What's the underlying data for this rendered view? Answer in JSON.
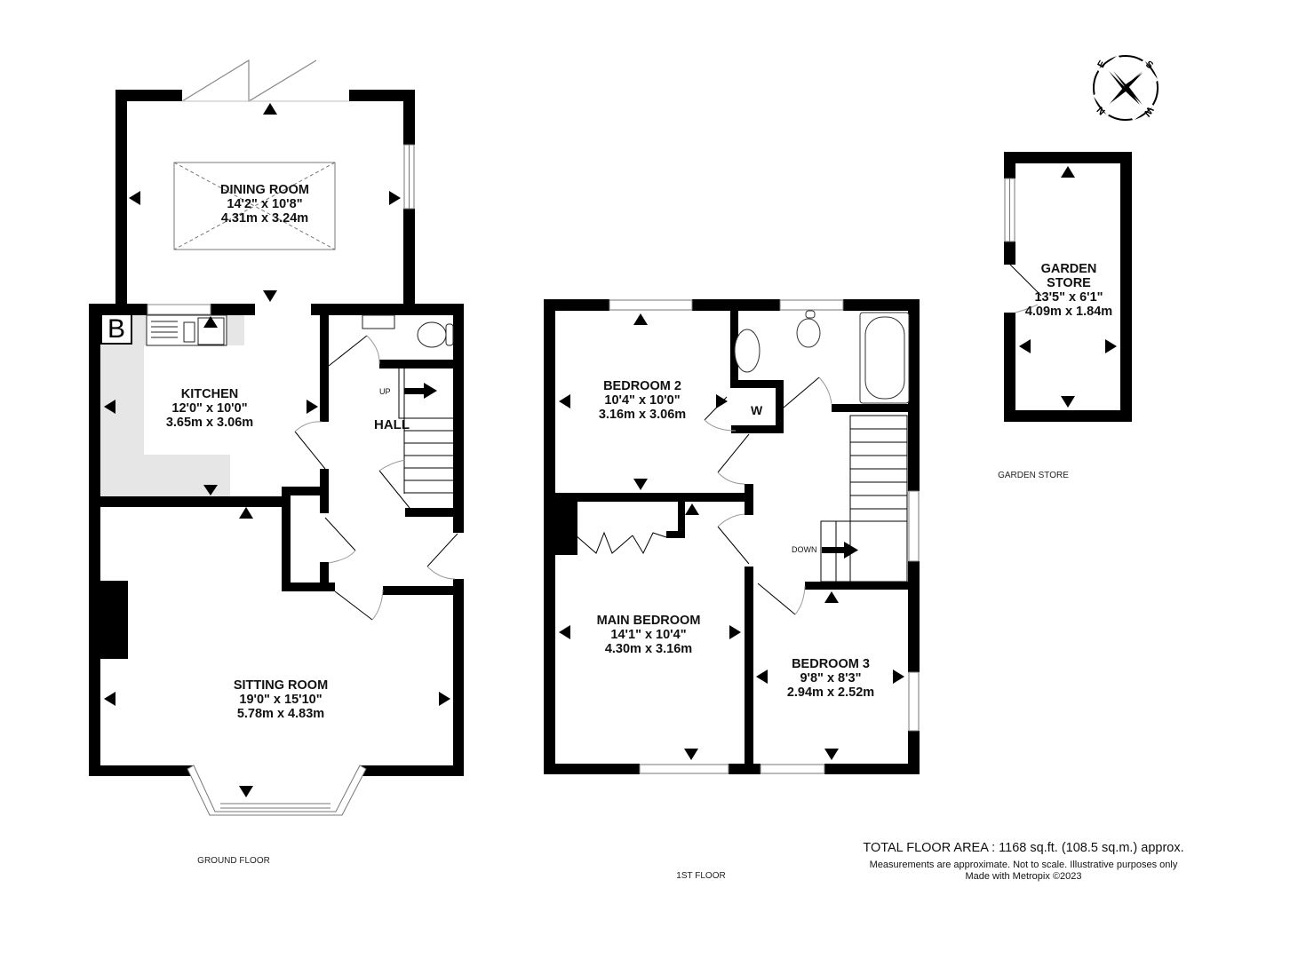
{
  "floors": {
    "ground": {
      "label": "GROUND FLOOR",
      "rooms": [
        {
          "name": "DINING ROOM",
          "imperial": "14'2\"  x 10'8\"",
          "metric": "4.31m  x 3.24m"
        },
        {
          "name": "KITCHEN",
          "imperial": "12'0\"  x 10'0\"",
          "metric": "3.65m  x 3.06m"
        },
        {
          "name": "SITTING ROOM",
          "imperial": "19'0\"  x 15'10\"",
          "metric": "5.78m  x 4.83m"
        }
      ],
      "hall_label": "HALL",
      "stairs_label": "UP",
      "boiler_badge": "B"
    },
    "first": {
      "label": "1ST FLOOR",
      "rooms": [
        {
          "name": "BEDROOM 2",
          "imperial": "10'4\"  x 10'0\"",
          "metric": "3.16m  x 3.06m"
        },
        {
          "name": "MAIN BEDROOM",
          "imperial": "14'1\"  x 10'4\"",
          "metric": "4.30m  x 3.16m"
        },
        {
          "name": "BEDROOM 3",
          "imperial": "9'8\"  x 8'3\"",
          "metric": "2.94m  x 2.52m"
        }
      ],
      "wardrobe_label": "W",
      "stairs_label": "DOWN"
    },
    "garden_store": {
      "label": "GARDEN STORE",
      "rooms": [
        {
          "name": "GARDEN\nSTORE",
          "name_line1": "GARDEN",
          "name_line2": "STORE",
          "imperial": "13'5\"  x 6'1\"",
          "metric": "4.09m  x 1.84m"
        }
      ]
    }
  },
  "compass": {
    "labels": [
      "S",
      "W",
      "N",
      "E"
    ],
    "icon": "compass-rose-icon"
  },
  "footer": {
    "total_area": "TOTAL FLOOR AREA : 1168 sq.ft. (108.5 sq.m.) approx.",
    "disclaimer": "Measurements are approximate.  Not to scale.  Illustrative purposes only",
    "credit": "Made with Metropix ©2023"
  },
  "colors": {
    "wall": "#000000",
    "worktop": "#e6e6e6",
    "background": "#ffffff"
  }
}
